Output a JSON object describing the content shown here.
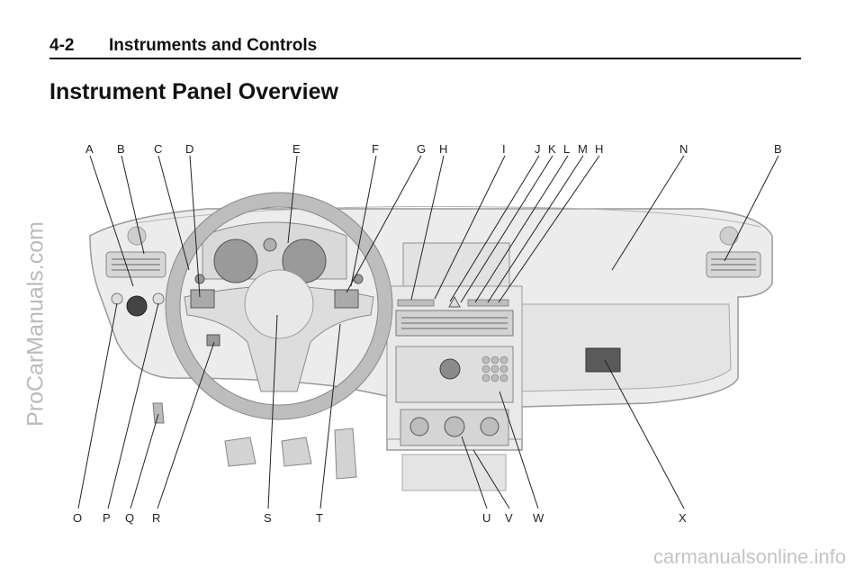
{
  "header": {
    "page_number": "4-2",
    "chapter": "Instruments and Controls"
  },
  "title": "Instrument Panel Overview",
  "diagram": {
    "callouts_top": [
      "A",
      "B",
      "C",
      "D",
      "E",
      "F",
      "G",
      "H",
      "I",
      "J",
      "K",
      "L",
      "M",
      "H",
      "N",
      "B"
    ],
    "callouts_bottom": [
      "O",
      "P",
      "Q",
      "R",
      "S",
      "T",
      "U",
      "V",
      "W",
      "X"
    ]
  },
  "watermark": "ProCarManuals.com",
  "footer": "carmanualsonline.info"
}
